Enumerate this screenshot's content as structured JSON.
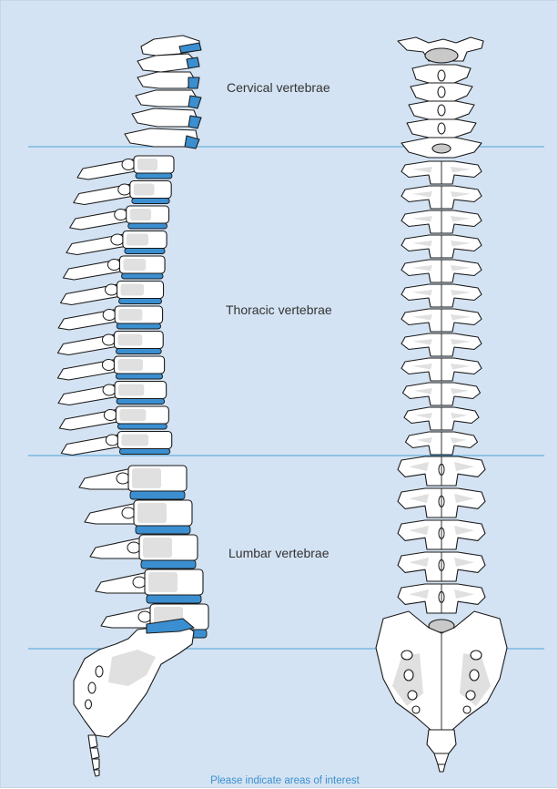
{
  "regions": [
    {
      "label": "Cervical vertebrae"
    },
    {
      "label": "Thoracic vertebrae"
    },
    {
      "label": "Lumbar vertebrae"
    }
  ],
  "footer": {
    "text": "Please indicate areas of interest"
  },
  "colors": {
    "background": "#d4e3f3",
    "guide_line": "#4aa0d6",
    "disc": "#3b8fd0",
    "bone": "#ffffff",
    "outline": "#1a1a1a",
    "shade": "#e0e0e0",
    "footer_text": "#3a8fcf"
  }
}
